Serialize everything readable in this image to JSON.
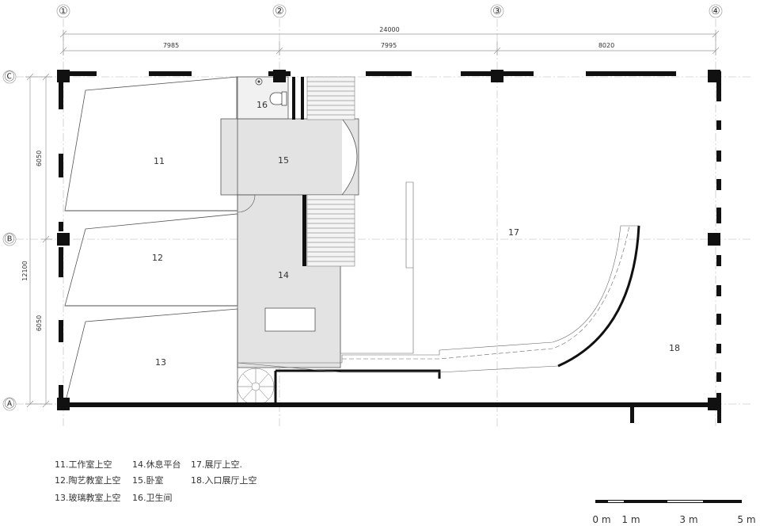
{
  "grid": {
    "columns": [
      "①",
      "②",
      "③",
      "④"
    ],
    "rows": [
      "Ⓒ",
      "Ⓑ",
      "Ⓐ"
    ]
  },
  "dimensions": {
    "total_width": "24000",
    "bays": [
      "7985",
      "7995",
      "8020"
    ],
    "total_depth": "12100",
    "depth_segments": [
      "6050",
      "6050"
    ]
  },
  "rooms": [
    {
      "num": "11"
    },
    {
      "num": "12"
    },
    {
      "num": "13"
    },
    {
      "num": "14"
    },
    {
      "num": "15"
    },
    {
      "num": "16"
    },
    {
      "num": "17"
    },
    {
      "num": "18"
    }
  ],
  "legend": [
    "11.工作室上空",
    "12.陶艺教室上空",
    "13.玻璃教室上空",
    "14.休息平台",
    "15.卧室",
    "16.卫生间",
    "17.展厅上空.",
    "18.入口展厅上空"
  ],
  "scale_bar": {
    "labels": [
      "0 m",
      "1 m",
      "3 m",
      "5 m"
    ]
  },
  "colors": {
    "wall": "#111111",
    "fill_grey": "#e3e3e3",
    "grid_line": "#cccccc",
    "grid_label": "#999999"
  }
}
